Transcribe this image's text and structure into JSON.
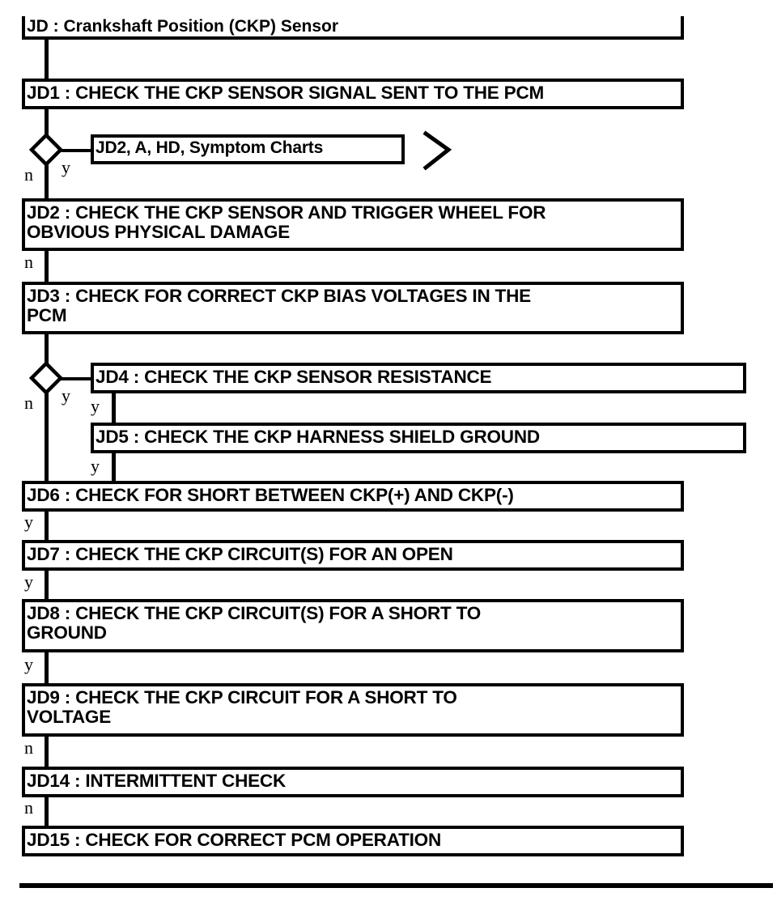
{
  "document": {
    "title": "JD : Crankshaft Position (CKP) Sensor",
    "type": "diagnostic-flowchart"
  },
  "nodes": {
    "title": {
      "label": "JD : Crankshaft Position (CKP) Sensor"
    },
    "jd1": {
      "label": "JD1 : CHECK THE CKP SENSOR SIGNAL SENT TO THE PCM"
    },
    "ref_jd2": {
      "label": "JD2, A, HD, Symptom Charts"
    },
    "jd2": {
      "label": "JD2 : CHECK THE CKP SENSOR AND TRIGGER WHEEL FOR\nOBVIOUS PHYSICAL DAMAGE"
    },
    "jd3": {
      "label": "JD3 : CHECK FOR CORRECT CKP BIAS VOLTAGES IN THE\nPCM"
    },
    "jd4": {
      "label": "JD4 : CHECK THE CKP SENSOR RESISTANCE"
    },
    "jd5": {
      "label": "JD5 : CHECK THE CKP HARNESS SHIELD GROUND"
    },
    "jd6": {
      "label": "JD6 : CHECK FOR SHORT BETWEEN CKP(+) AND CKP(-)"
    },
    "jd7": {
      "label": "JD7 : CHECK THE CKP CIRCUIT(S) FOR AN OPEN"
    },
    "jd8": {
      "label": "JD8 : CHECK THE CKP CIRCUIT(S) FOR A SHORT TO\nGROUND"
    },
    "jd9": {
      "label": "JD9 : CHECK THE CKP CIRCUIT FOR A SHORT TO\nVOLTAGE"
    },
    "jd14": {
      "label": "JD14 : INTERMITTENT CHECK"
    },
    "jd15": {
      "label": "JD15 : CHECK FOR CORRECT PCM OPERATION"
    }
  },
  "branch_labels": {
    "d1_n": "n",
    "d1_y": "y",
    "d2_n": "n",
    "d2_y": "y",
    "jd4_y": "y",
    "jd5_y": "y",
    "jd2_n": "n",
    "jd6_y": "y",
    "jd7_y": "y",
    "jd8_y": "y",
    "jd9_n": "n",
    "jd14_n": "n"
  },
  "colors": {
    "stroke": "#000000",
    "fill": "#ffffff",
    "text": "#000000"
  }
}
